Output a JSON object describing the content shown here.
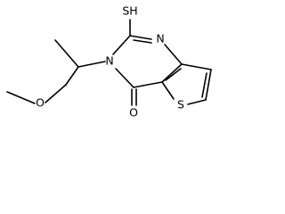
{
  "atoms": {
    "thiol": "SH",
    "ring_n_top": "N",
    "ring_n_left": "N",
    "thiophene_s": "S",
    "carbonyl_o": "O",
    "ether_o": "O"
  }
}
